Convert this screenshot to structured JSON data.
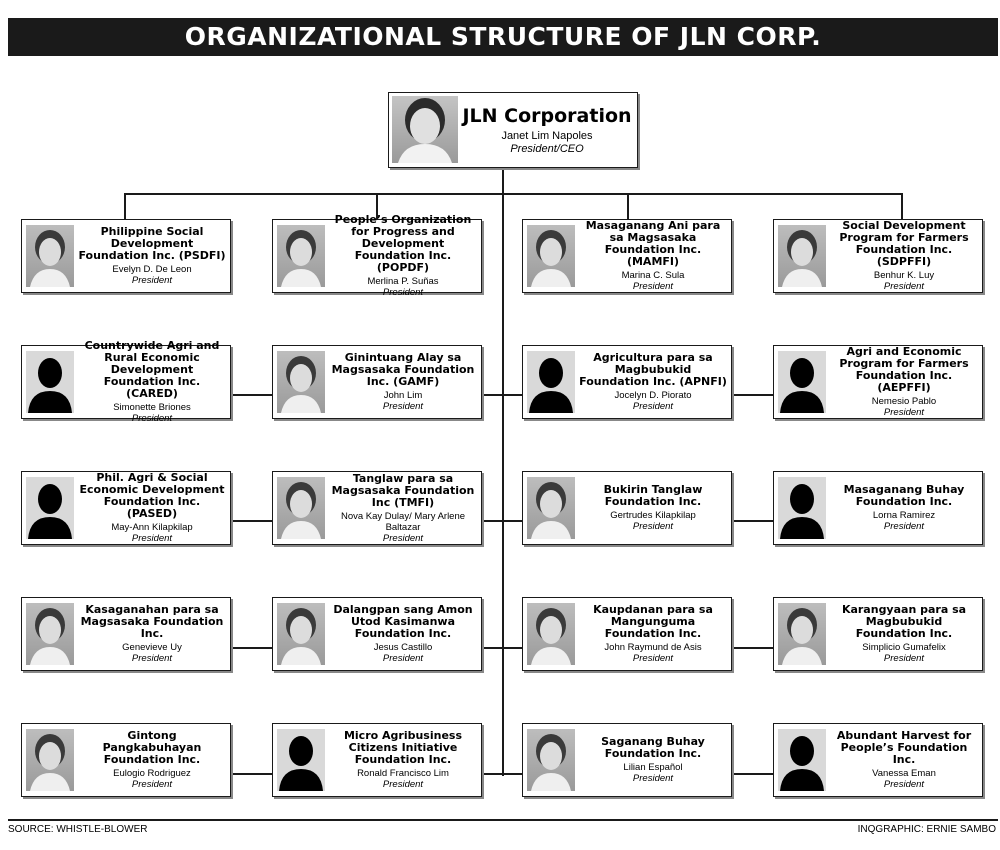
{
  "title": "ORGANIZATIONAL STRUCTURE OF JLN CORP.",
  "top": {
    "org": "JLN Corporation",
    "person": "Janet Lim Napoles",
    "role": "President/CEO"
  },
  "foundations": [
    {
      "org": "Philippine Social Development Foundation Inc. (PSDFI)",
      "person": "Evelyn D. De Leon",
      "role": "President",
      "photo": "face"
    },
    {
      "org": "People’s Organization for Progress and Development Foundation Inc. (POPDF)",
      "person": "Merlina P. Suñas",
      "role": "President",
      "photo": "face"
    },
    {
      "org": "Masaganang Ani para sa Magsasaka Foundation Inc. (MAMFI)",
      "person": "Marina C. Sula",
      "role": "President",
      "photo": "face"
    },
    {
      "org": "Social Development Program for Farmers Foundation Inc. (SDPFFI)",
      "person": "Benhur K. Luy",
      "role": "President",
      "photo": "face"
    },
    {
      "org": "Countrywide Agri and Rural Economic Development Foundation Inc. (CARED)",
      "person": "Simonette Briones",
      "role": "President",
      "photo": "silhouette"
    },
    {
      "org": "Ginintuang Alay sa Magsasaka Foundation Inc. (GAMF)",
      "person": "John Lim",
      "role": "President",
      "photo": "face"
    },
    {
      "org": "Agricultura para sa Magbubukid Foundation Inc. (APNFI)",
      "person": "Jocelyn D. Piorato",
      "role": "President",
      "photo": "silhouette"
    },
    {
      "org": "Agri and Economic Program for Farmers Foundation Inc. (AEPFFI)",
      "person": "Nemesio Pablo",
      "role": "President",
      "photo": "silhouette"
    },
    {
      "org": "Phil. Agri & Social Economic Development Foundation Inc. (PASED)",
      "person": "May-Ann Kilapkilap",
      "role": "President",
      "photo": "silhouette"
    },
    {
      "org": "Tanglaw para sa Magsasaka Foundation Inc (TMFI)",
      "person": "Nova Kay Dulay/ Mary Arlene Baltazar",
      "role": "President",
      "photo": "face"
    },
    {
      "org": "Bukirin Tanglaw Foundation Inc.",
      "person": "Gertrudes Kilapkilap",
      "role": "President",
      "photo": "face"
    },
    {
      "org": "Masaganang Buhay Foundation Inc.",
      "person": "Lorna Ramirez",
      "role": "President",
      "photo": "silhouette"
    },
    {
      "org": "Kasaganahan para sa Magsasaka Foundation Inc.",
      "person": "Genevieve Uy",
      "role": "President",
      "photo": "face"
    },
    {
      "org": "Dalangpan sang Amon Utod Kasimanwa Foundation Inc.",
      "person": "Jesus Castillo",
      "role": "President",
      "photo": "face"
    },
    {
      "org": "Kaupdanan para sa Mangunguma Foundation Inc.",
      "person": "John Raymund de Asis",
      "role": "President",
      "photo": "face"
    },
    {
      "org": "Karangyaan para sa Magbubukid Foundation Inc.",
      "person": "Simplicio Gumafelix",
      "role": "President",
      "photo": "face"
    },
    {
      "org": "Gintong Pangkabuhayan Foundation Inc.",
      "person": "Eulogio Rodriguez",
      "role": "President",
      "photo": "face"
    },
    {
      "org": "Micro Agribusiness Citizens Initiative Foundation Inc.",
      "person": "Ronald Francisco Lim",
      "role": "President",
      "photo": "silhouette"
    },
    {
      "org": "Saganang Buhay Foundation Inc.",
      "person": "Lilian Español",
      "role": "President",
      "photo": "face"
    },
    {
      "org": "Abundant Harvest for People’s Foundation Inc.",
      "person": "Vanessa Eman",
      "role": "President",
      "photo": "silhouette"
    }
  ],
  "footer": {
    "source": "SOURCE: WHISTLE-BLOWER",
    "credit": "INQGRAPHIC: ERNIE SAMBO"
  }
}
